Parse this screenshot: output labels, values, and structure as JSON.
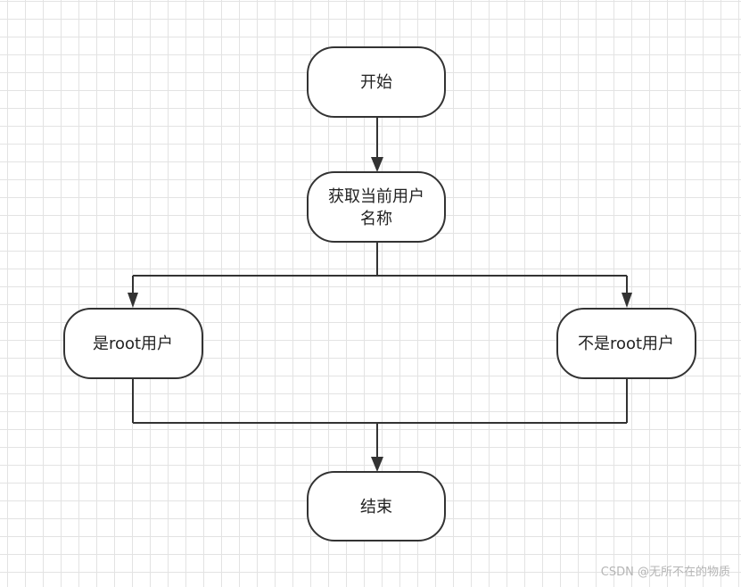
{
  "nodes": {
    "start": {
      "label": "开始"
    },
    "get_username": {
      "line1": "获取当前用户",
      "line2": "名称"
    },
    "is_root": {
      "label": "是root用户"
    },
    "not_root": {
      "label": "不是root用户"
    },
    "end": {
      "label": "结束"
    }
  },
  "watermark": "CSDN @无所不在的物质",
  "colors": {
    "stroke": "#333333",
    "grid": "#e3e3e3",
    "node_fill": "#ffffff",
    "watermark": "#b5b5b5"
  }
}
